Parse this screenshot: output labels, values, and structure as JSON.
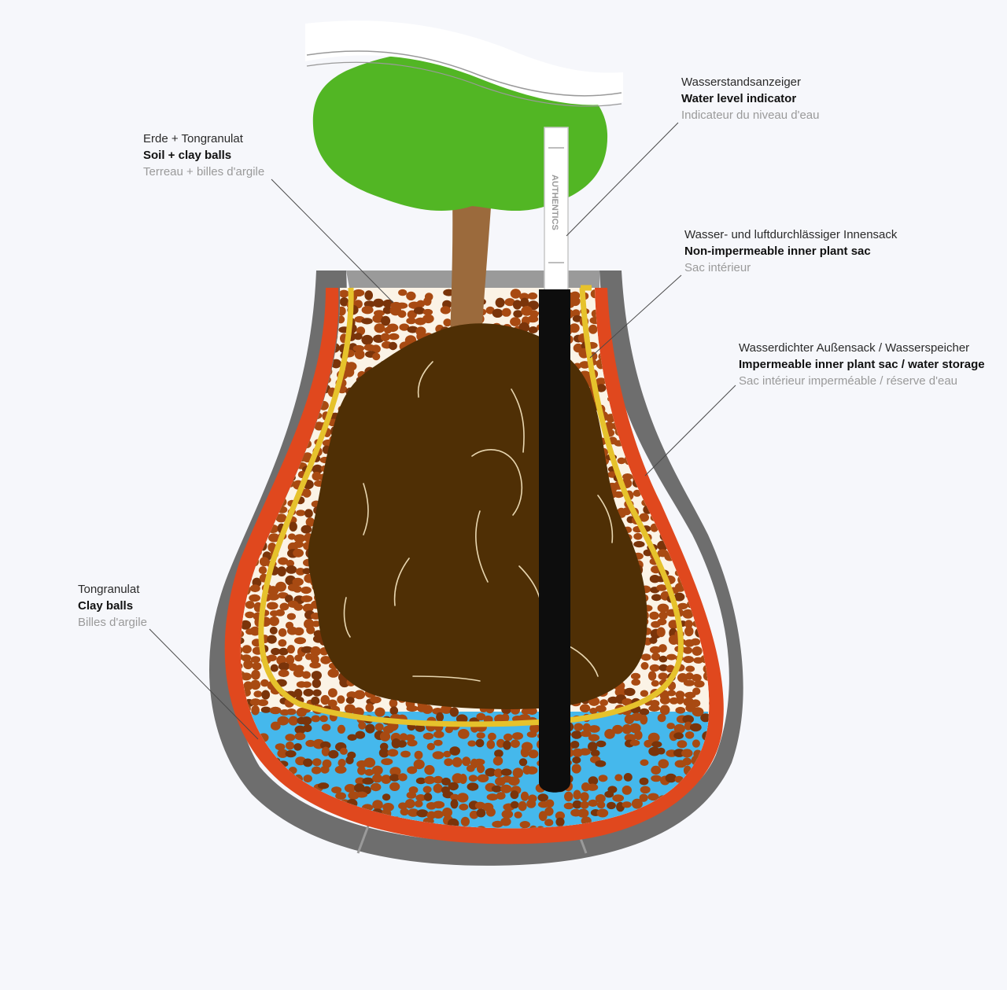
{
  "colors": {
    "background": "#f6f7fb",
    "outer_shell": "#6e6e6e",
    "outer_shell_edge": "#9a9a9a",
    "membrane_red": "#e0481e",
    "inner_sac_yellow": "#e6c22c",
    "clay_ball": "#a84a12",
    "clay_ball_dark": "#7a340a",
    "water": "#45b8ec",
    "filler_cream": "#fbf3e6",
    "root_ball": "#4f2f05",
    "root_line": "#e8d6b0",
    "trunk": "#9b6a3c",
    "leaves": "#52b624",
    "indicator_tube": "#0d0d0d",
    "indicator_float": "#ffffff"
  },
  "indicator": {
    "brand_text": "AUTHENTICS"
  },
  "labels": {
    "water_level": {
      "de": "Wasserstandsanzeiger",
      "en": "Water level indicator",
      "fr": "Indicateur du niveau d'eau"
    },
    "soil": {
      "de": "Erde + Tongranulat",
      "en": "Soil + clay balls",
      "fr": "Terreau + billes d'argile"
    },
    "inner_sac": {
      "de": "Wasser- und luftdurchlässiger Innensack",
      "en": "Non-impermeable inner plant sac",
      "fr": "Sac intérieur"
    },
    "outer_sac": {
      "de": "Wasserdichter Außensack / Wasserspeicher",
      "en": "Impermeable inner plant sac / water storage",
      "fr": "Sac intérieur imperméable / réserve d'eau"
    },
    "clay": {
      "de": "Tongranulat",
      "en": "Clay balls",
      "fr": "Billes d'argile"
    }
  }
}
